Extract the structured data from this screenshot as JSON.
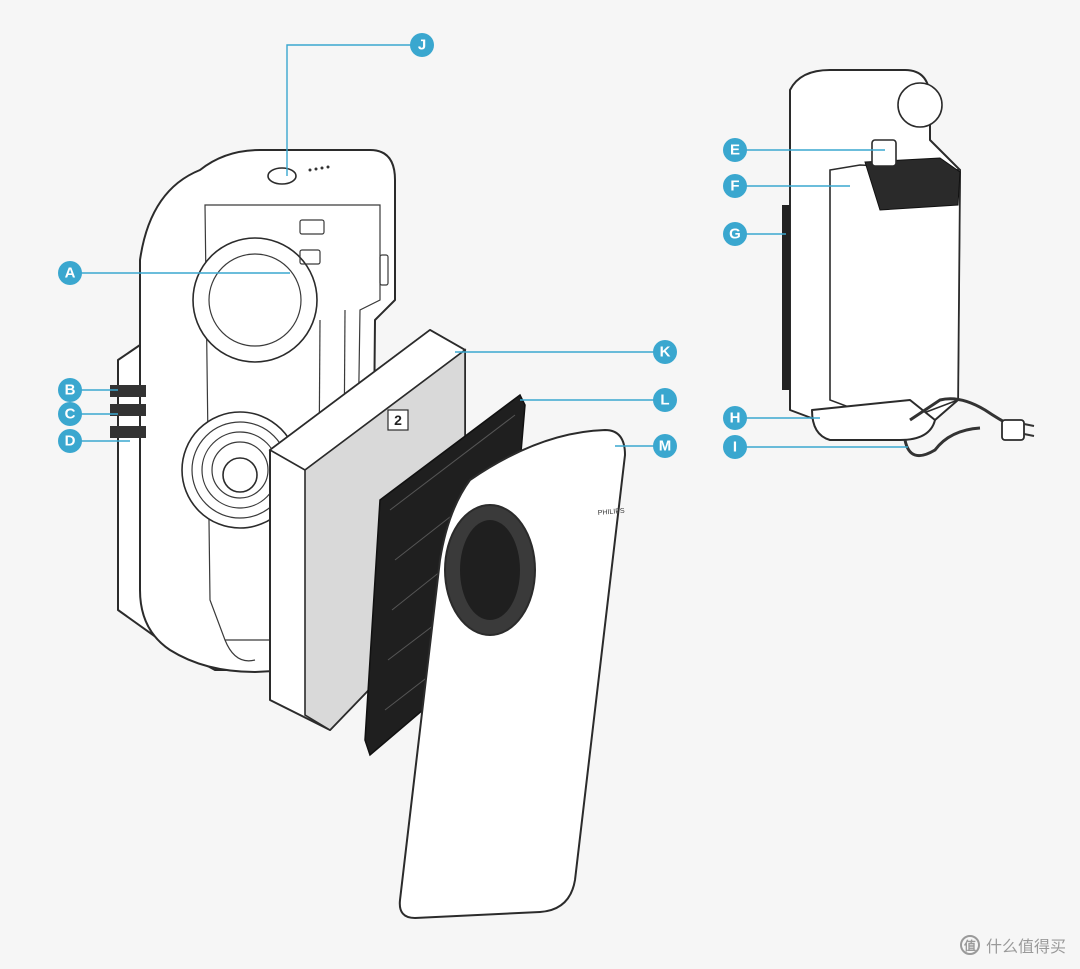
{
  "callouts": [
    {
      "id": "A",
      "label": "A"
    },
    {
      "id": "B",
      "label": "B"
    },
    {
      "id": "C",
      "label": "C"
    },
    {
      "id": "D",
      "label": "D"
    },
    {
      "id": "E",
      "label": "E"
    },
    {
      "id": "F",
      "label": "F"
    },
    {
      "id": "G",
      "label": "G"
    },
    {
      "id": "H",
      "label": "H"
    },
    {
      "id": "I",
      "label": "I"
    },
    {
      "id": "J",
      "label": "J"
    },
    {
      "id": "K",
      "label": "K"
    },
    {
      "id": "L",
      "label": "L"
    },
    {
      "id": "M",
      "label": "M"
    }
  ],
  "filter_number": "2",
  "brand_text": "PHILIPS",
  "watermark": {
    "icon": "值",
    "text": "什么值得买"
  },
  "colors": {
    "callout": "#3aa7cf",
    "line_art": "#2b2b2b",
    "background": "#f6f6f6"
  }
}
